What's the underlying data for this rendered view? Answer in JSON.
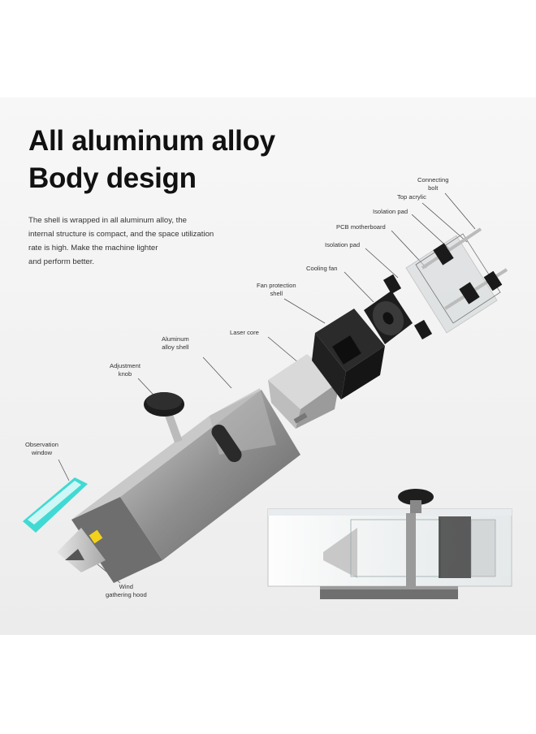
{
  "headline": {
    "line1": "All aluminum alloy",
    "line2": "Body design"
  },
  "description": [
    "The shell is wrapped in all aluminum alloy, the",
    "internal structure is compact, and the space utilization",
    "rate is high. Make the machine lighter",
    "and perform better."
  ],
  "callouts": {
    "connecting_bolt": [
      "Connecting",
      "bolt"
    ],
    "top_acrylic": [
      "Top acrylic"
    ],
    "isolation_pad_top": [
      "Isolation pad"
    ],
    "pcb_motherboard": [
      "PCB motherboard"
    ],
    "isolation_pad": [
      "Isolation pad"
    ],
    "cooling_fan": [
      "Cooling fan"
    ],
    "fan_protection_shell": [
      "Fan protection",
      "shell"
    ],
    "laser_core": [
      "Laser core"
    ],
    "aluminum_alloy_shell": [
      "Aluminum",
      "alloy shell"
    ],
    "adjustment_knob": [
      "Adjustment",
      "knob"
    ],
    "observation_window": [
      "Observation",
      "window"
    ],
    "wind_gathering_hood": [
      "Wind",
      "gathering hood"
    ]
  },
  "colors": {
    "headline": "#111111",
    "body_text": "#333333",
    "panel_bg": "#f2f2f2",
    "aluminum": "#9a9a9a",
    "observation_window": "#2ed6cf"
  }
}
